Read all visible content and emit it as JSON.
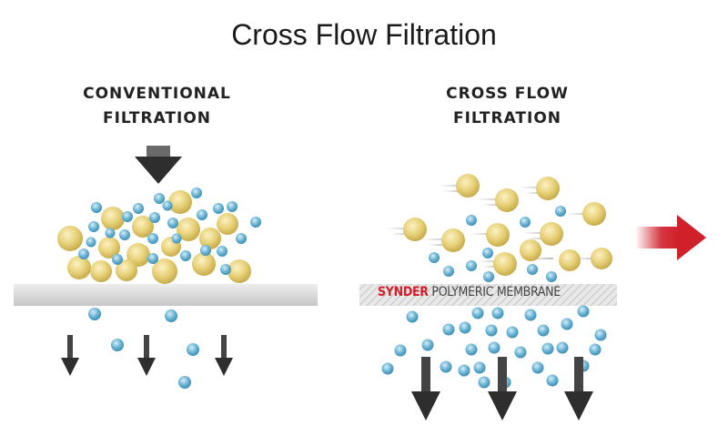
{
  "title": "Cross Flow Filtration",
  "left_panel": {
    "heading_line1": "CONVENTIONAL",
    "heading_line2": "FILTRATION"
  },
  "right_panel": {
    "heading_line1": "CROSS FLOW",
    "heading_line2": "FILTRATION",
    "membrane_brand": "SYNDER",
    "membrane_label": " POLYMERIC MEMBRANE"
  },
  "colors": {
    "large_particle": "#e8d27a",
    "small_particle": "#6fb6d6",
    "membrane": "#d9d9d9",
    "arrow_dark": "#2e2e2e",
    "flow_arrow": "#d0202a",
    "brand": "#d0202a"
  }
}
